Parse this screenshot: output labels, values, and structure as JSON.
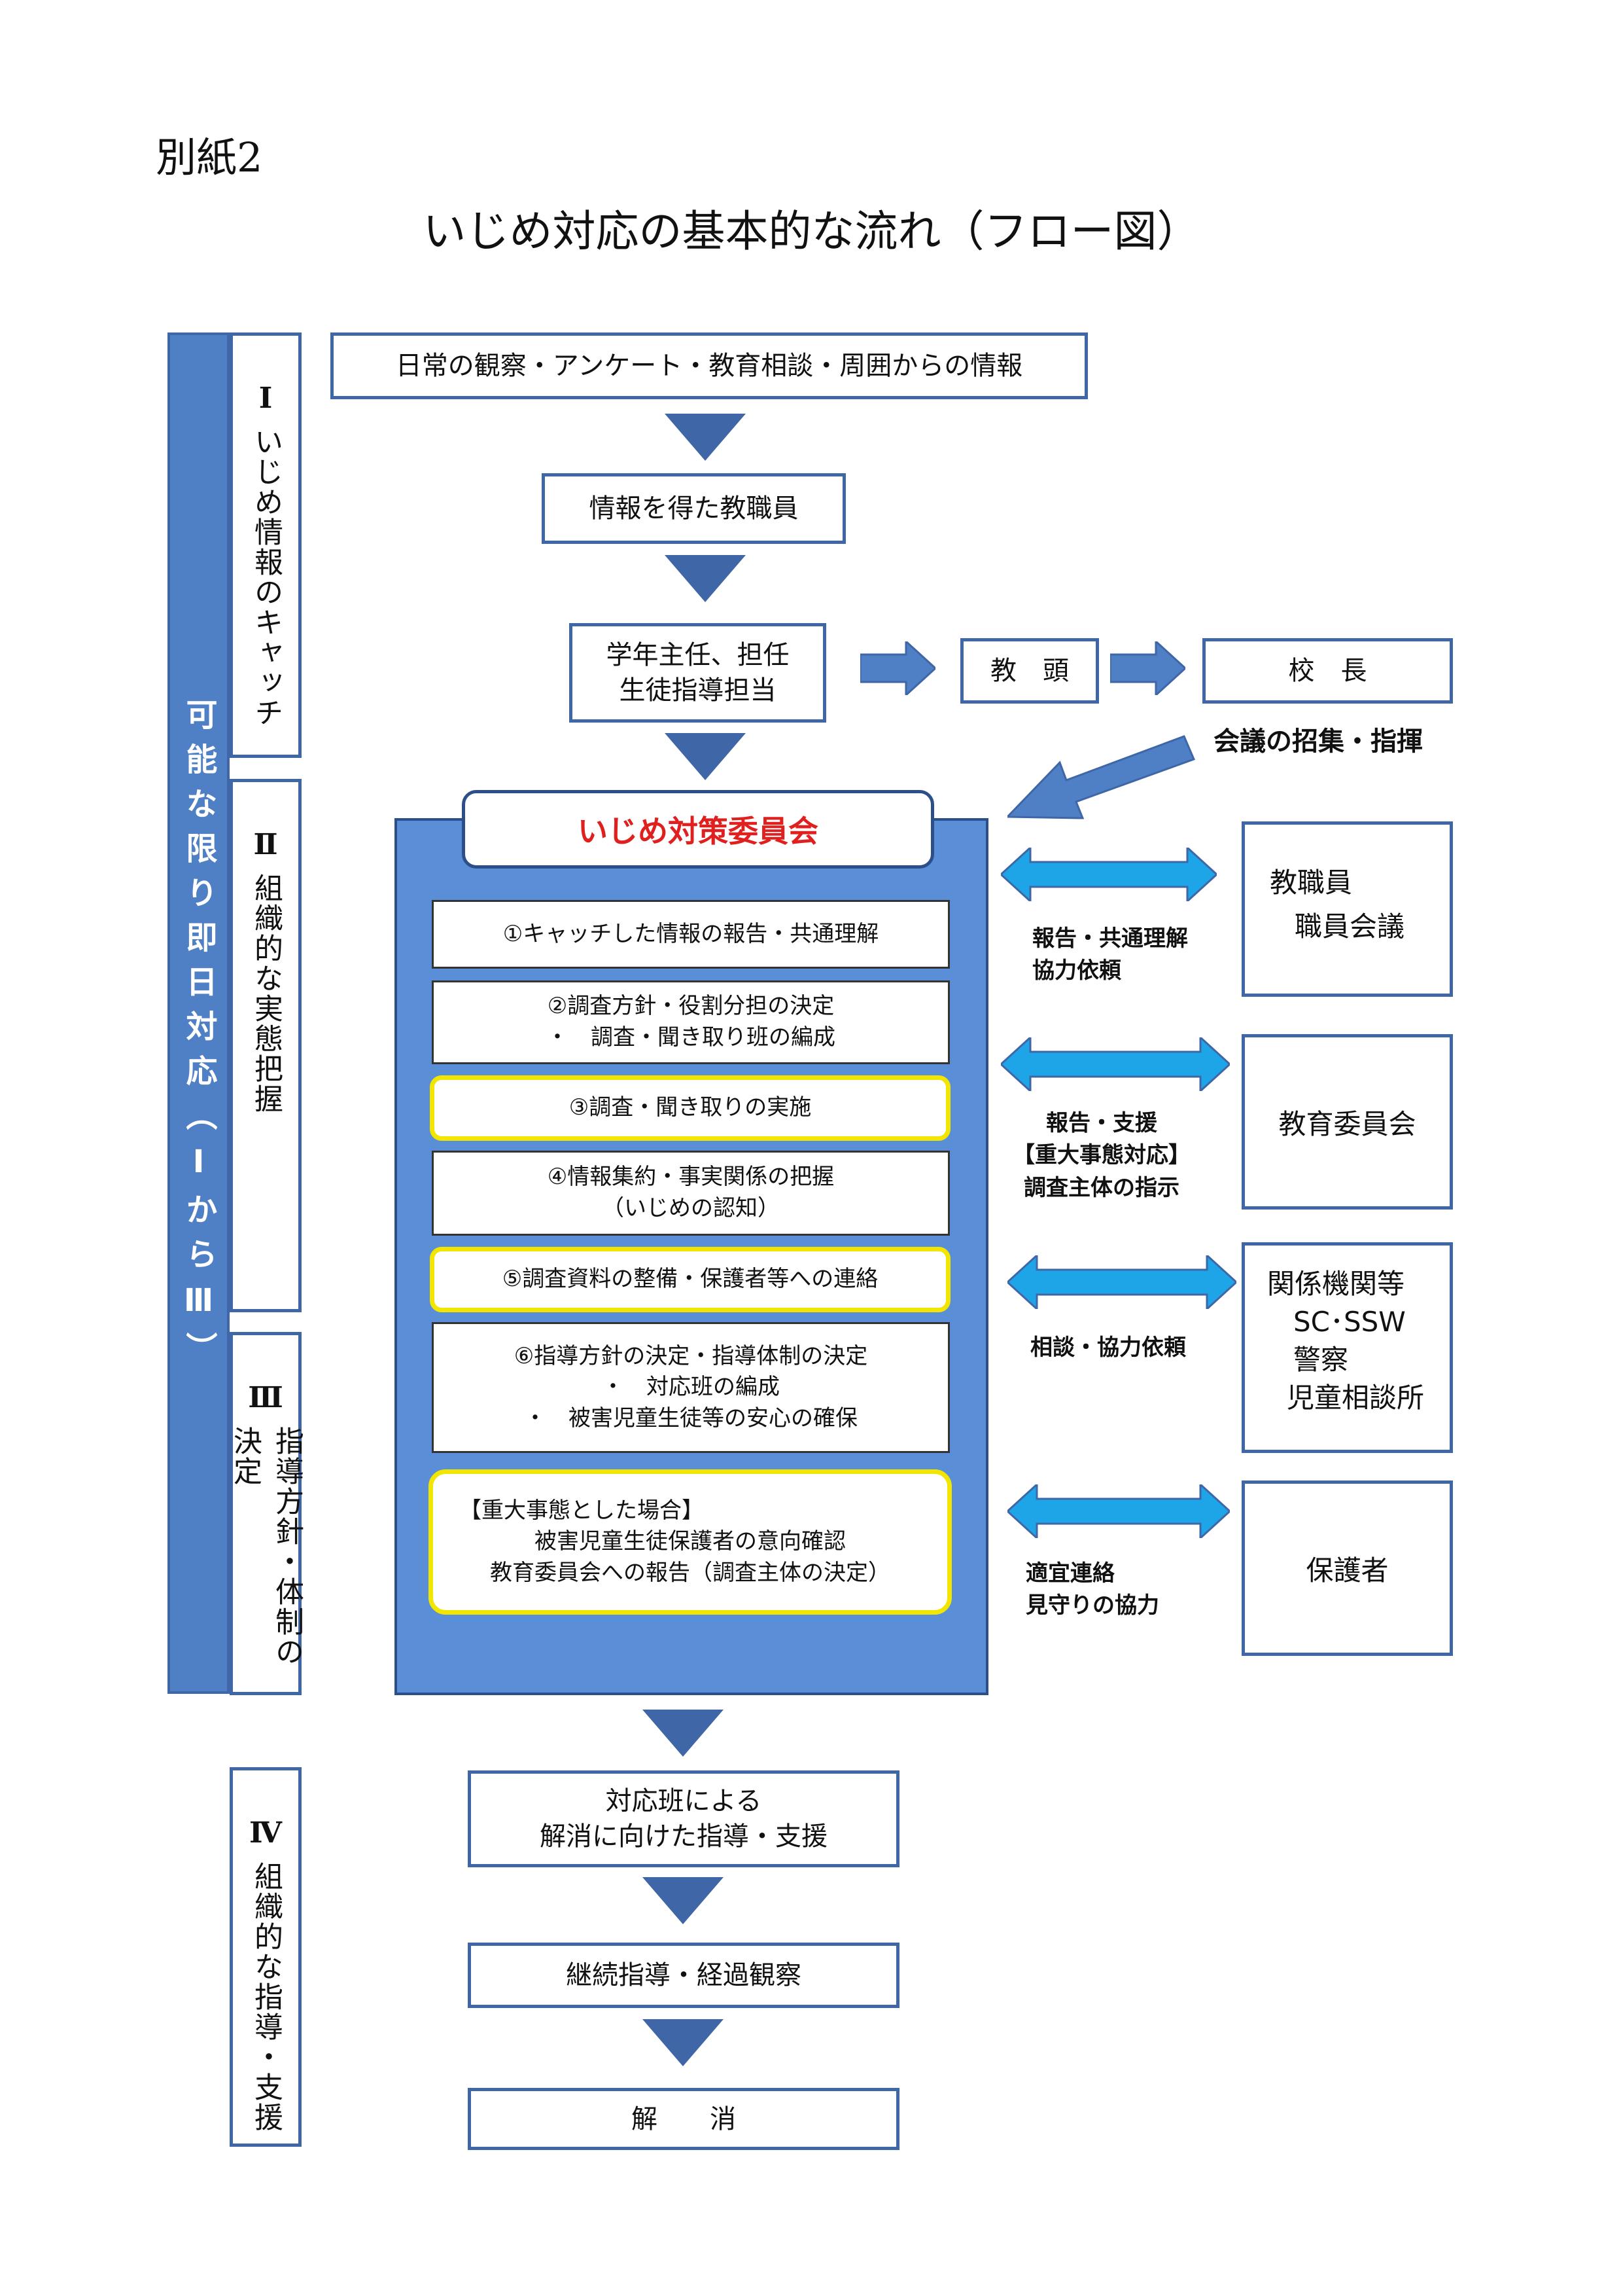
{
  "doc_label": "別紙2",
  "title": "いじめ対応の基本的な流れ（フロー図）",
  "left_band": {
    "text": "可能な限り即日対応（ⅠからⅢ）"
  },
  "phases": [
    {
      "numeral": "Ⅰ",
      "text": "いじめ情報のキャッチ"
    },
    {
      "numeral": "Ⅱ",
      "text": "組織的な実態把握"
    },
    {
      "numeral": "Ⅲ",
      "text": "指導方針・体制の決定"
    },
    {
      "numeral": "Ⅳ",
      "text": "組織的な指導・支援"
    }
  ],
  "flow": {
    "info": "日常の観察・アンケート・教育相談・周囲からの情報",
    "staff": "情報を得た教職員",
    "grade_lines": [
      "学年主任、担任",
      "生徒指導担当"
    ],
    "vice_principal": "教　頭",
    "principal": "校　長",
    "principal_note": "会議の招集・指揮"
  },
  "committee": {
    "title": "いじめ対策委員会",
    "items": [
      {
        "lines": [
          "①キャッチした情報の報告・共通理解"
        ]
      },
      {
        "lines": [
          "②調査方針・役割分担の決定",
          "・　調査・聞き取り班の編成"
        ]
      },
      {
        "lines": [
          "③調査・聞き取りの実施"
        ]
      },
      {
        "lines": [
          "④情報集約・事実関係の把握",
          "（いじめの認知）"
        ]
      },
      {
        "lines": [
          "⑤調査資料の整備・保護者等への連絡"
        ]
      },
      {
        "lines": [
          "⑥指導方針の決定・指導体制の決定",
          "・　対応班の編成",
          "・　被害児童生徒等の安心の確保"
        ]
      },
      {
        "lines": [
          "【重大事態とした場合】",
          "被害児童生徒保護者の意向確認",
          "教育委員会への報告（調査主体の決定）"
        ]
      }
    ]
  },
  "partners": [
    {
      "labels": [
        "報告・共通理解",
        "協力依頼"
      ],
      "box": [
        "教職員",
        "職員会議"
      ]
    },
    {
      "labels": [
        "報告・支援",
        "【重大事態対応】",
        "調査主体の指示"
      ],
      "box": [
        "教育委員会"
      ]
    },
    {
      "labels": [
        "相談・協力依頼"
      ],
      "box": [
        "関係機関等",
        "SC･SSW",
        "警察",
        "児童相談所"
      ]
    },
    {
      "labels": [
        "適宜連絡",
        "見守りの協力"
      ],
      "box": [
        "保護者"
      ]
    }
  ],
  "after": {
    "team": [
      "対応班による",
      "解消に向けた指導・支援"
    ],
    "followup": "継続指導・経過観察",
    "resolved": "解　　消"
  },
  "colors": {
    "frame": "#3f66a6",
    "panel": "#5a8fd8",
    "highlight": "#f2e600",
    "double_arrow": "#1ea5e8",
    "committee_title": "#e0201e"
  }
}
